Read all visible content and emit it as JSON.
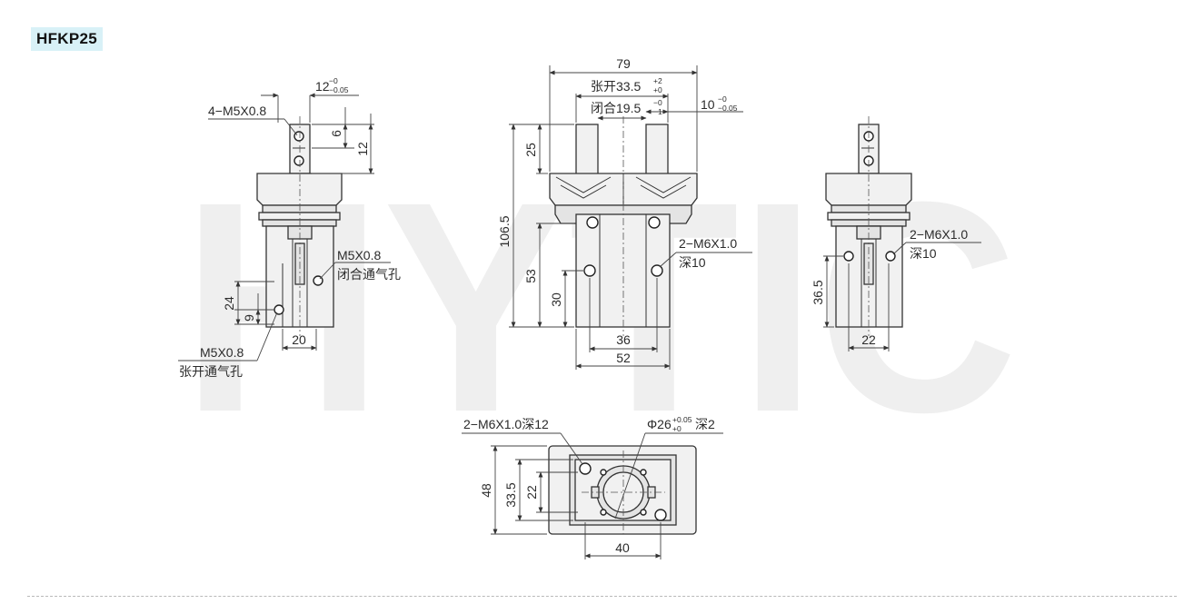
{
  "model": "HFKP25",
  "watermark": "HYTIC",
  "side_view_left": {
    "thread_label": "4−M5X0.8",
    "top_width": "12",
    "top_tol_upper": "−0",
    "top_tol_lower": "−0.05",
    "dim_6": "6",
    "dim_12": "12",
    "close_port_label": "M5X0.8",
    "close_port_text": "闭合通气孔",
    "dim_24": "24",
    "dim_9": "9",
    "dim_20": "20",
    "open_port_label": "M5X0.8",
    "open_port_text": "张开通气孔"
  },
  "front_view": {
    "width_79": "79",
    "open_label": "张开33.5",
    "open_tol_upper": "+2",
    "open_tol_lower": "+0",
    "close_label": "闭合19.5",
    "close_tol_upper": "−0",
    "close_tol_lower": "−1",
    "finger_width": "10",
    "finger_tol_upper": "−0",
    "finger_tol_lower": "−0.05",
    "dim_25": "25",
    "dim_106_5": "106.5",
    "dim_53": "53",
    "dim_30": "30",
    "dim_36": "36",
    "dim_52": "52",
    "thread_label": "2−M6X1.0",
    "thread_depth": "深10"
  },
  "side_view_right": {
    "thread_label": "2−M6X1.0",
    "thread_depth": "深10",
    "dim_36_5": "36.5",
    "dim_22": "22"
  },
  "bottom_view": {
    "thread_label": "2−M6X1.0深12",
    "bore_prefix": "Φ26",
    "bore_tol_upper": "+0.05",
    "bore_tol_lower": "+0",
    "bore_suffix": "深2",
    "dim_48": "48",
    "dim_33_5": "33.5",
    "dim_22": "22",
    "dim_40": "40"
  }
}
